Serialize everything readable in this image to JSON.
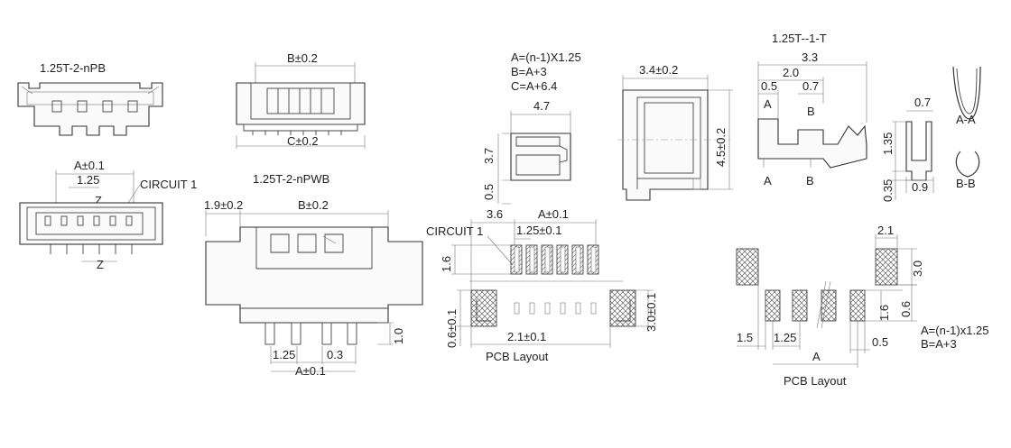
{
  "views": {
    "pb_title": "1.25T-2-nPB",
    "pwb_title": "1.25T-2-nPWB",
    "terminal_title": "1.25T--1-T",
    "pcb_layout_left": "PCB Layout",
    "pcb_layout_right": "PCB Layout"
  },
  "dims": {
    "b_pm_02_top": "B±0.2",
    "c_pm_02": "C±0.2",
    "a_pm_01_pb": "A±0.1",
    "pitch_125_pb": "1.25",
    "z_top": "Z",
    "z_bottom": "Z",
    "circuit1_pb": "CIRCUIT 1",
    "d_19_pm_02": "1.9±0.2",
    "b_pm_02_pwb": "B±0.2",
    "pitch_125_pwb": "1.25",
    "d_03": "0.3",
    "d_10": "1.0",
    "a_pm_01_pwb": "A±0.1",
    "d_47": "4.7",
    "d_37": "3.7",
    "d_05": "0.5",
    "d_34_pm_02": "3.4±0.2",
    "d_45_pm_02": "4.5±0.2",
    "d_36": "3.6",
    "a_pm_01_pcb": "A±0.1",
    "pitch_125_pm_01": "1.25±0.1",
    "circuit1_pcb": "CIRCUIT 1",
    "d_16": "1.6",
    "d_06_pm_01": "0.6±0.1",
    "d_21_pm_01": "2.1±0.1",
    "d_30_pm_01": "3.0±0.1",
    "t_33": "3.3",
    "t_20": "2.0",
    "t_05": "0.5",
    "t_07": "0.7",
    "t_a_top": "A",
    "t_b_top": "B",
    "t_a_bottom": "A",
    "t_b_bottom": "B",
    "t_07_side": "0.7",
    "t_135": "1.35",
    "t_035": "0.35",
    "t_09": "0.9",
    "section_aa": "A-A",
    "section_bb": "B-B",
    "r_21": "2.1",
    "r_30": "3.0",
    "r_16": "1.6",
    "r_06": "0.6",
    "r_15": "1.5",
    "r_125": "1.25",
    "r_05": "0.5",
    "r_a": "A"
  },
  "formulas": {
    "line1": "A=(n-1)X1.25",
    "line2": "B=A+3",
    "line3": "C=A+6.4",
    "right_line1": "A=(n-1)x1.25",
    "right_line2": "B=A+3"
  }
}
